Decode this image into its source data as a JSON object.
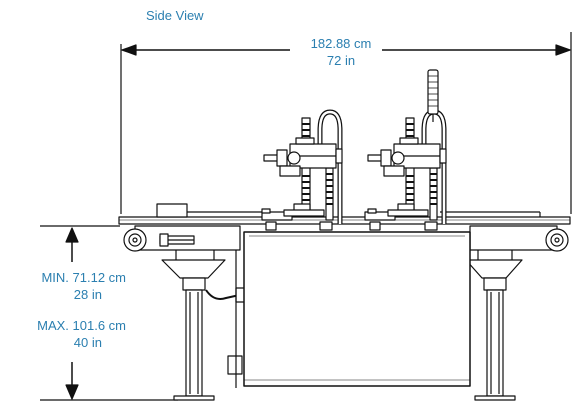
{
  "diagram": {
    "title": "Side View",
    "width_dimension": {
      "metric": "182.88 cm",
      "imperial": "72 in"
    },
    "height_dimension": {
      "min_metric": "MIN. 71.12 cm",
      "min_imperial": "28 in",
      "max_metric": "MAX. 101.6 cm",
      "max_imperial": "40 in"
    },
    "colors": {
      "label": "#2b7fb0",
      "line": "#111111",
      "fill": "#ffffff"
    }
  }
}
